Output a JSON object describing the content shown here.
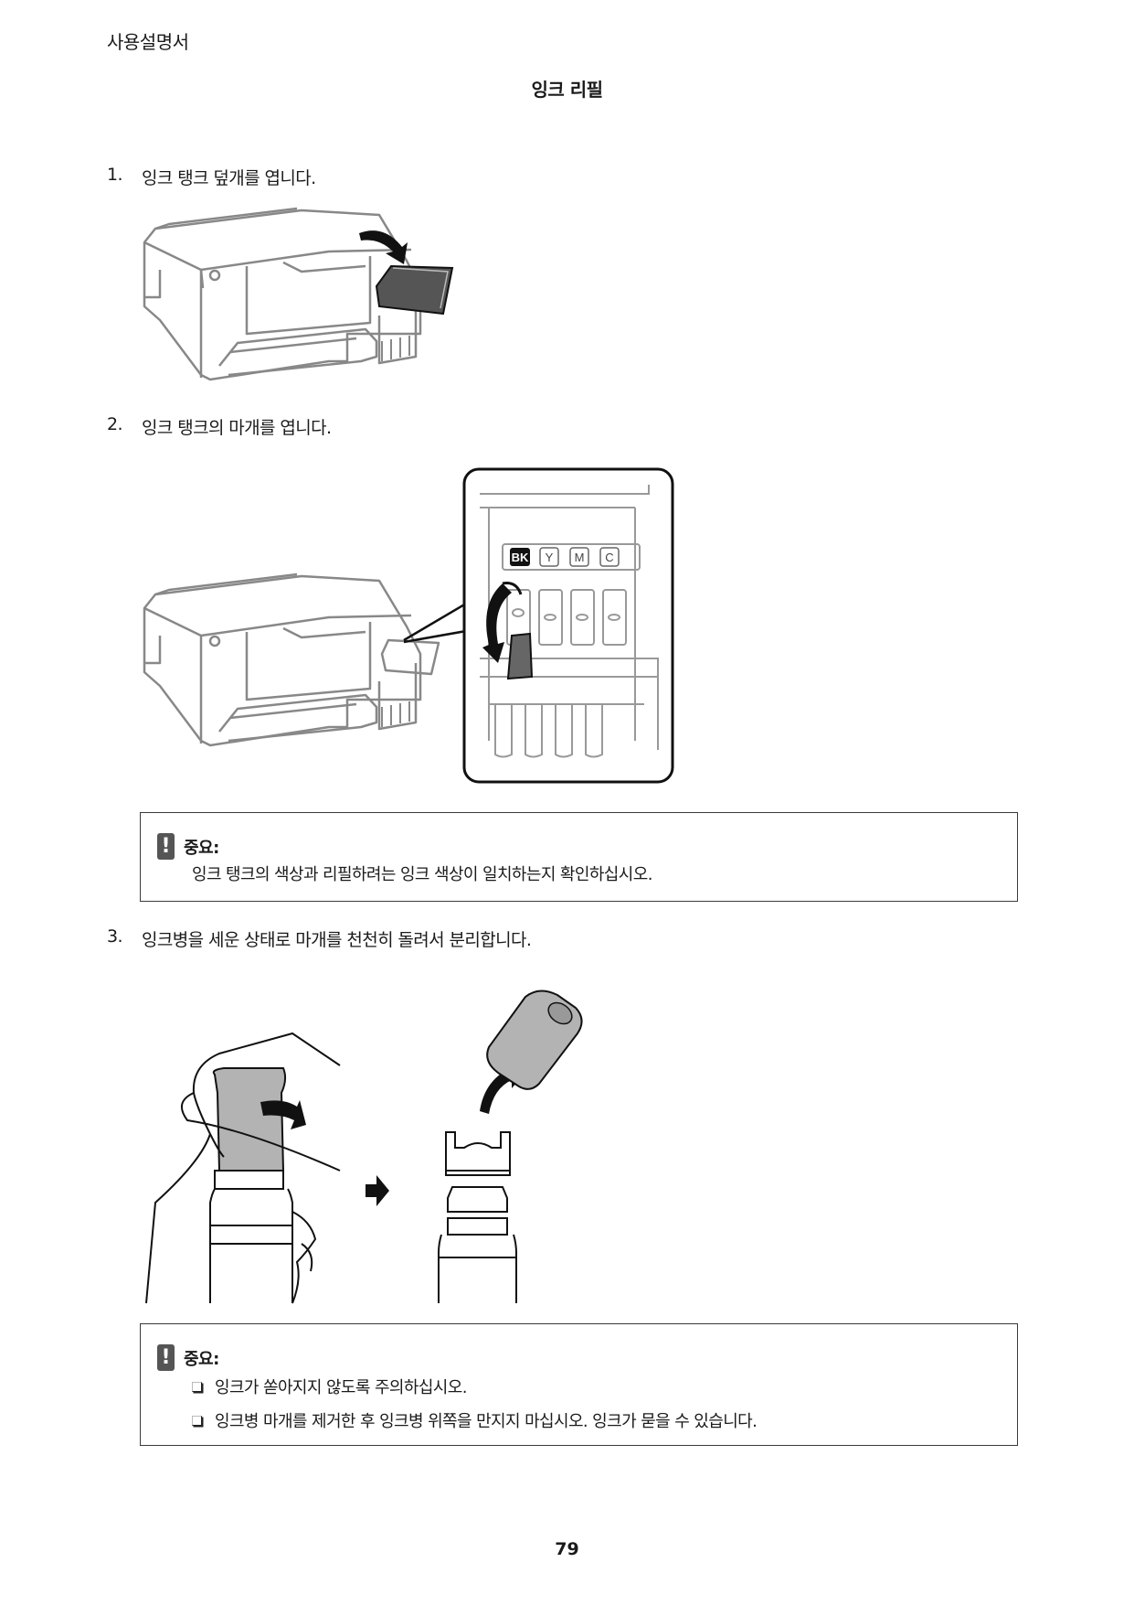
{
  "header": {
    "running_title": "사용설명서",
    "section_title": "잉크 리필"
  },
  "steps": [
    {
      "number": "1.",
      "text": "잉크 탱크 덮개를 엽니다.",
      "illustration": "printer-open-tank-cover"
    },
    {
      "number": "2.",
      "text": "잉크 탱크의 마개를 엽니다.",
      "illustration": "printer-tank-cap-detail",
      "tank_labels": [
        "BK",
        "Y",
        "M",
        "C"
      ]
    },
    {
      "number": "3.",
      "text": "잉크병을 세운 상태로 마개를 천천히 돌려서 분리합니다.",
      "illustration": "ink-bottle-cap-removal"
    }
  ],
  "cautions": [
    {
      "icon": "exclamation-icon",
      "title": "중요:",
      "text": "잉크 탱크의 색상과 리필하려는 잉크 색상이 일치하는지 확인하십시오."
    },
    {
      "icon": "exclamation-icon",
      "title": "중요:",
      "items": [
        "잉크가 쏟아지지 않도록 주의하십시오.",
        "잉크병 마개를 제거한 후 잉크병 위쪽을 만지지 마십시오. 잉크가 묻을 수 있습니다."
      ]
    }
  ],
  "footer": {
    "page_number": "79"
  },
  "colors": {
    "text": "#1a1a1a",
    "line_art": "#888888",
    "dark_fill": "#555555",
    "cap_fill": "#b3b3b3",
    "border": "#3a3a3a"
  }
}
